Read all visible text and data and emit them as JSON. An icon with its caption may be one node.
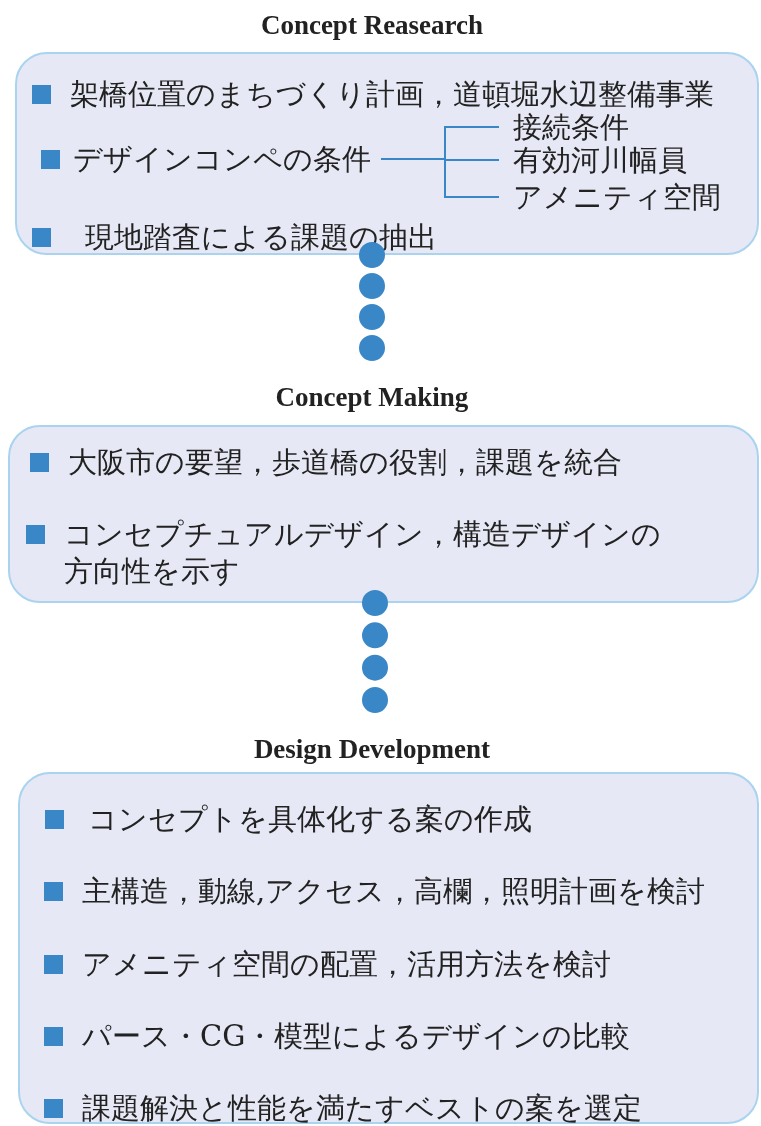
{
  "diagram": {
    "nodes": [
      {
        "text": [
          "Concept Reasearch",
          "架橋位置のまちづくり計画，道頓堀水辺整備事業",
          "現地踏査による課題の抽出"
        ]
      },
      {
        "text": [
          "デザインコンペの条件"
        ],
        "in": 0
      },
      {
        "text": [
          "接続条件"
        ],
        "in": 0
      },
      {
        "text": [
          "有効河川幅員"
        ],
        "in": 0
      },
      {
        "text": [
          "アメニティ空間"
        ],
        "in": 0
      },
      {
        "text": [
          "Concept Making",
          "大阪市の要望，歩道橋の役割，課題を統合",
          "コンセプチュアルデザイン，構造デザインの方向性を示す"
        ]
      },
      {
        "text": [
          "Design Development",
          "コンセプトを具体化する案の作成",
          "主構造，動線,アクセス，高欄，照明計画を検討",
          "アメニティ空間の配置，活用方法を検討",
          "パース・CG・模型によるデザインの比較",
          "課題解決と性能を満たすベストの案を選定"
        ]
      }
    ],
    "edges": [
      {
        "from": 0,
        "to": 5,
        "arrow": "none",
        "style": "dashed"
      },
      {
        "from": 5,
        "to": 6,
        "arrow": "none",
        "style": "dashed"
      },
      {
        "from": 1,
        "to": 2,
        "arrow": "none"
      },
      {
        "from": 1,
        "to": 3,
        "arrow": "none"
      },
      {
        "from": 1,
        "to": 4,
        "arrow": "none"
      }
    ]
  }
}
